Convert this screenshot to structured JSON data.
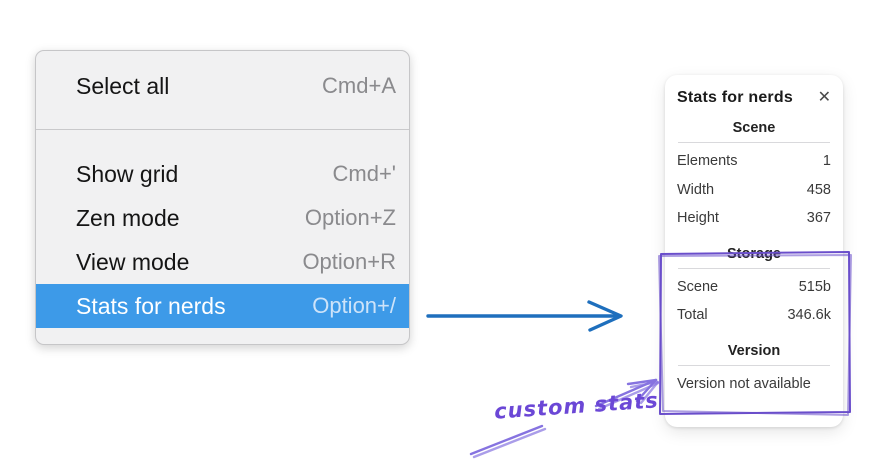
{
  "menu": {
    "items": [
      {
        "label": "Select all",
        "shortcut": "Cmd+A"
      },
      {
        "label": "Show grid",
        "shortcut": "Cmd+'"
      },
      {
        "label": "Zen mode",
        "shortcut": "Option+Z"
      },
      {
        "label": "View mode",
        "shortcut": "Option+R"
      },
      {
        "label": "Stats for nerds",
        "shortcut": "Option+/"
      }
    ],
    "highlighted_item": "Stats for nerds",
    "highlight_color": "#3d9ae8"
  },
  "stats_panel": {
    "title": "Stats for nerds",
    "close_icon": "✕",
    "sections": [
      {
        "heading": "Scene",
        "rows": [
          {
            "label": "Elements",
            "value": "1"
          },
          {
            "label": "Width",
            "value": "458"
          },
          {
            "label": "Height",
            "value": "367"
          }
        ]
      },
      {
        "heading": "Storage",
        "rows": [
          {
            "label": "Scene",
            "value": "515b"
          },
          {
            "label": "Total",
            "value": "346.6k"
          }
        ]
      },
      {
        "heading": "Version",
        "note": "Version not available"
      }
    ]
  },
  "annotation": {
    "label": "custom stats",
    "color": "#6b47d6",
    "box_color": "#6a4ecb"
  },
  "connector_arrow": {
    "color": "#1e6fbd"
  }
}
